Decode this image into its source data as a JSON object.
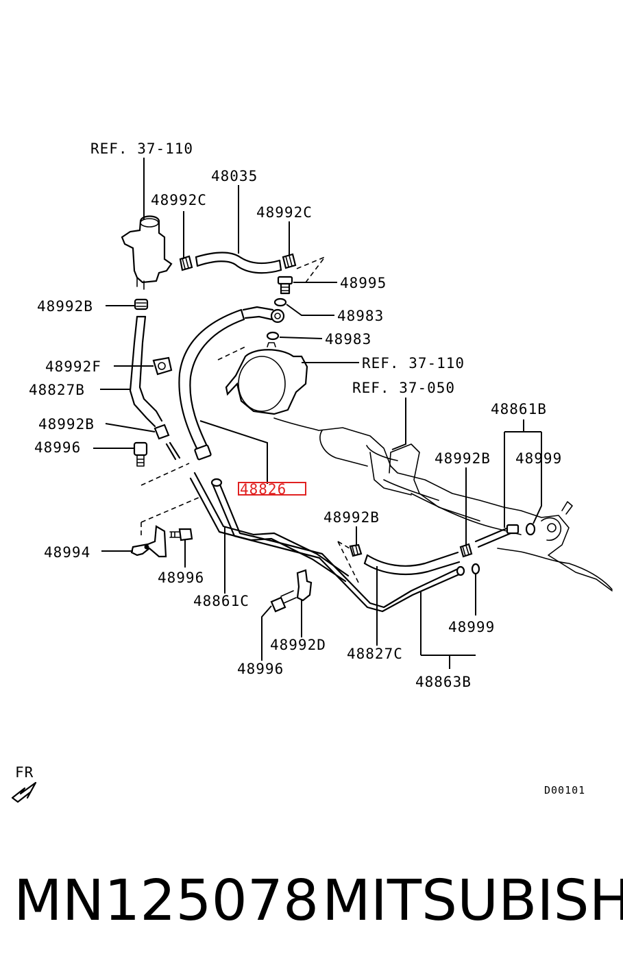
{
  "labels": {
    "ref_37_110_top": "REF. 37-110",
    "p48035": "48035",
    "p48992c_left": "48992C",
    "p48992c_right": "48992C",
    "p48995": "48995",
    "p48992b_1": "48992B",
    "p48983_1": "48983",
    "p48983_2": "48983",
    "p48992f": "48992F",
    "ref_37_110_mid": "REF. 37-110",
    "p48827b": "48827B",
    "ref_37_050": "REF. 37-050",
    "p48861b": "48861B",
    "p48992b_2": "48992B",
    "p48996_1": "48996",
    "p48992b_3": "48992B",
    "p48999_1": "48999",
    "p48826": "48826",
    "p48992b_4": "48992B",
    "p48994": "48994",
    "p48996_2": "48996",
    "p48861c": "48861C",
    "p48999_2": "48999",
    "p48992d": "48992D",
    "p48827c": "48827C",
    "p48996_3": "48996",
    "p48863b": "48863B",
    "fr": "FR",
    "diagram_code": "D00101"
  },
  "highlight": {
    "part": "48826",
    "color": "#e02020"
  },
  "footer": {
    "part_number": "MN125078",
    "brand": "MITSUBISHI"
  }
}
